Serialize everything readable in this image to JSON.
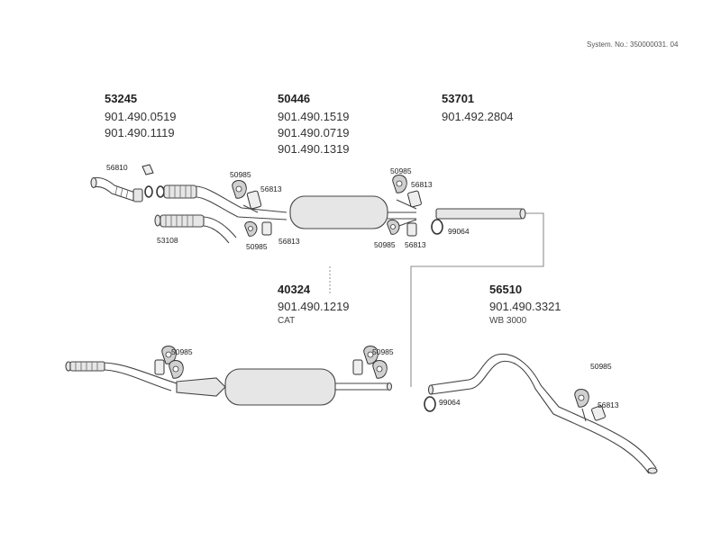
{
  "system_number": "System. No.: 350000031. 04",
  "groups": [
    {
      "part": "53245",
      "oe": [
        "901.490.0519",
        "901.490.1119"
      ],
      "sub": ""
    },
    {
      "part": "50446",
      "oe": [
        "901.490.1519",
        "901.490.0719",
        "901.490.1319"
      ],
      "sub": ""
    },
    {
      "part": "53701",
      "oe": [
        "901.492.2804"
      ],
      "sub": ""
    },
    {
      "part": "40324",
      "oe": [
        "901.490.1219"
      ],
      "sub": "CAT"
    },
    {
      "part": "56510",
      "oe": [
        "901.490.3321"
      ],
      "sub": "WB 3000"
    }
  ],
  "labels": {
    "gasket_56810": "56810",
    "flex_53108": "53108",
    "hanger_50985": "50985",
    "clamp_56813": "56813",
    "clamp_99064": "99064"
  }
}
